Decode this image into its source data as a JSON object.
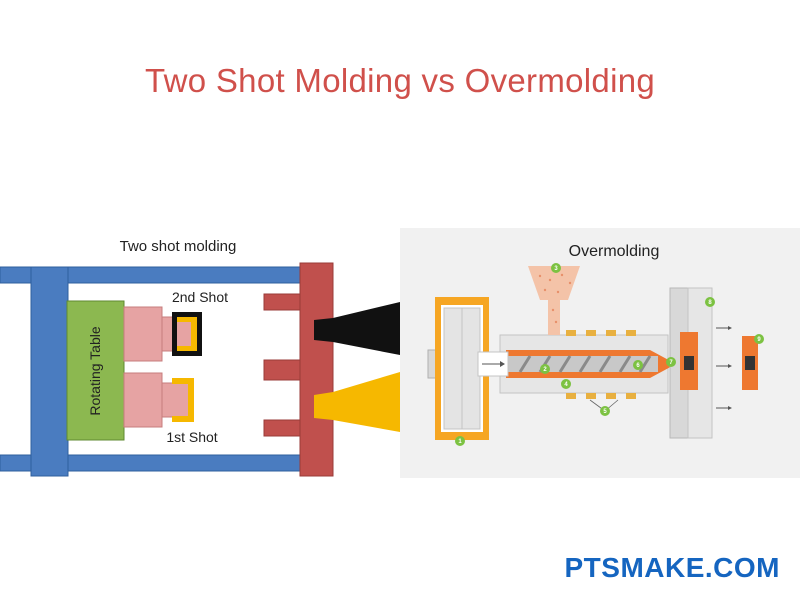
{
  "title": "Two Shot Molding vs Overmolding",
  "left_diagram": {
    "heading": "Two shot molding",
    "rotating_table": "Rotating Table",
    "shot_2": "2nd Shot",
    "shot_1": "1st Shot"
  },
  "right_diagram": {
    "heading": "Overmolding",
    "markers": [
      "1",
      "2",
      "3",
      "4",
      "5",
      "6",
      "7",
      "8",
      "9"
    ]
  },
  "footer": "PTSMAKE.COM",
  "colors": {
    "title": "#d0504b",
    "frame_blue": "#4a7cc0",
    "platen_red": "#c0504d",
    "table_green": "#8cb850",
    "mold_pink": "#e6a3a3",
    "shot_yellow": "#f6b800",
    "melt_orange": "#ee7830",
    "marker_green": "#7cc242",
    "footer": "#1565c0"
  }
}
